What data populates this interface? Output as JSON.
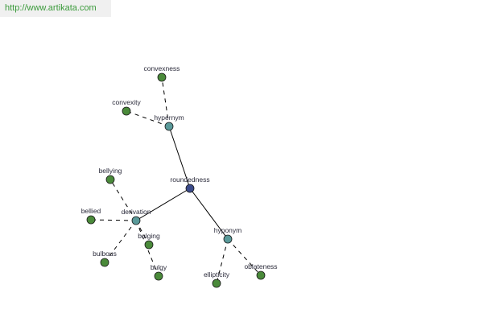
{
  "banner": {
    "url_text": "http://www.artikata.com"
  },
  "colors": {
    "root": "#3a4a8a",
    "relation": "#5a9a9a",
    "word": "#4a8a3a",
    "banner_text": "#3a9a3a"
  },
  "graph": {
    "nodes": [
      {
        "id": "roundedness",
        "label": "roundedness",
        "kind": "root"
      },
      {
        "id": "hypernym",
        "label": "hypernym",
        "kind": "relation"
      },
      {
        "id": "derivation",
        "label": "derivation",
        "kind": "relation"
      },
      {
        "id": "hyponym",
        "label": "hyponym",
        "kind": "relation"
      },
      {
        "id": "convexness",
        "label": "convexness",
        "kind": "word"
      },
      {
        "id": "convexity",
        "label": "convexity",
        "kind": "word"
      },
      {
        "id": "bellying",
        "label": "bellying",
        "kind": "word"
      },
      {
        "id": "bellied",
        "label": "bellied",
        "kind": "word"
      },
      {
        "id": "bulbous",
        "label": "bulbous",
        "kind": "word"
      },
      {
        "id": "bulging",
        "label": "bulging",
        "kind": "word"
      },
      {
        "id": "bulgy",
        "label": "bulgy",
        "kind": "word"
      },
      {
        "id": "ellipticity",
        "label": "ellipticity",
        "kind": "word"
      },
      {
        "id": "oblateness",
        "label": "oblateness",
        "kind": "word"
      }
    ],
    "edges": [
      {
        "from": "roundedness",
        "to": "hypernym",
        "style": "solid"
      },
      {
        "from": "roundedness",
        "to": "derivation",
        "style": "solid"
      },
      {
        "from": "roundedness",
        "to": "hyponym",
        "style": "solid"
      },
      {
        "from": "hypernym",
        "to": "convexness",
        "style": "dashed"
      },
      {
        "from": "hypernym",
        "to": "convexity",
        "style": "dashed"
      },
      {
        "from": "derivation",
        "to": "bellying",
        "style": "dashed"
      },
      {
        "from": "derivation",
        "to": "bellied",
        "style": "dashed"
      },
      {
        "from": "derivation",
        "to": "bulbous",
        "style": "dashed"
      },
      {
        "from": "derivation",
        "to": "bulging",
        "style": "dashed"
      },
      {
        "from": "derivation",
        "to": "bulgy",
        "style": "dashed"
      },
      {
        "from": "hyponym",
        "to": "ellipticity",
        "style": "dashed"
      },
      {
        "from": "hyponym",
        "to": "oblateness",
        "style": "dashed"
      }
    ]
  }
}
